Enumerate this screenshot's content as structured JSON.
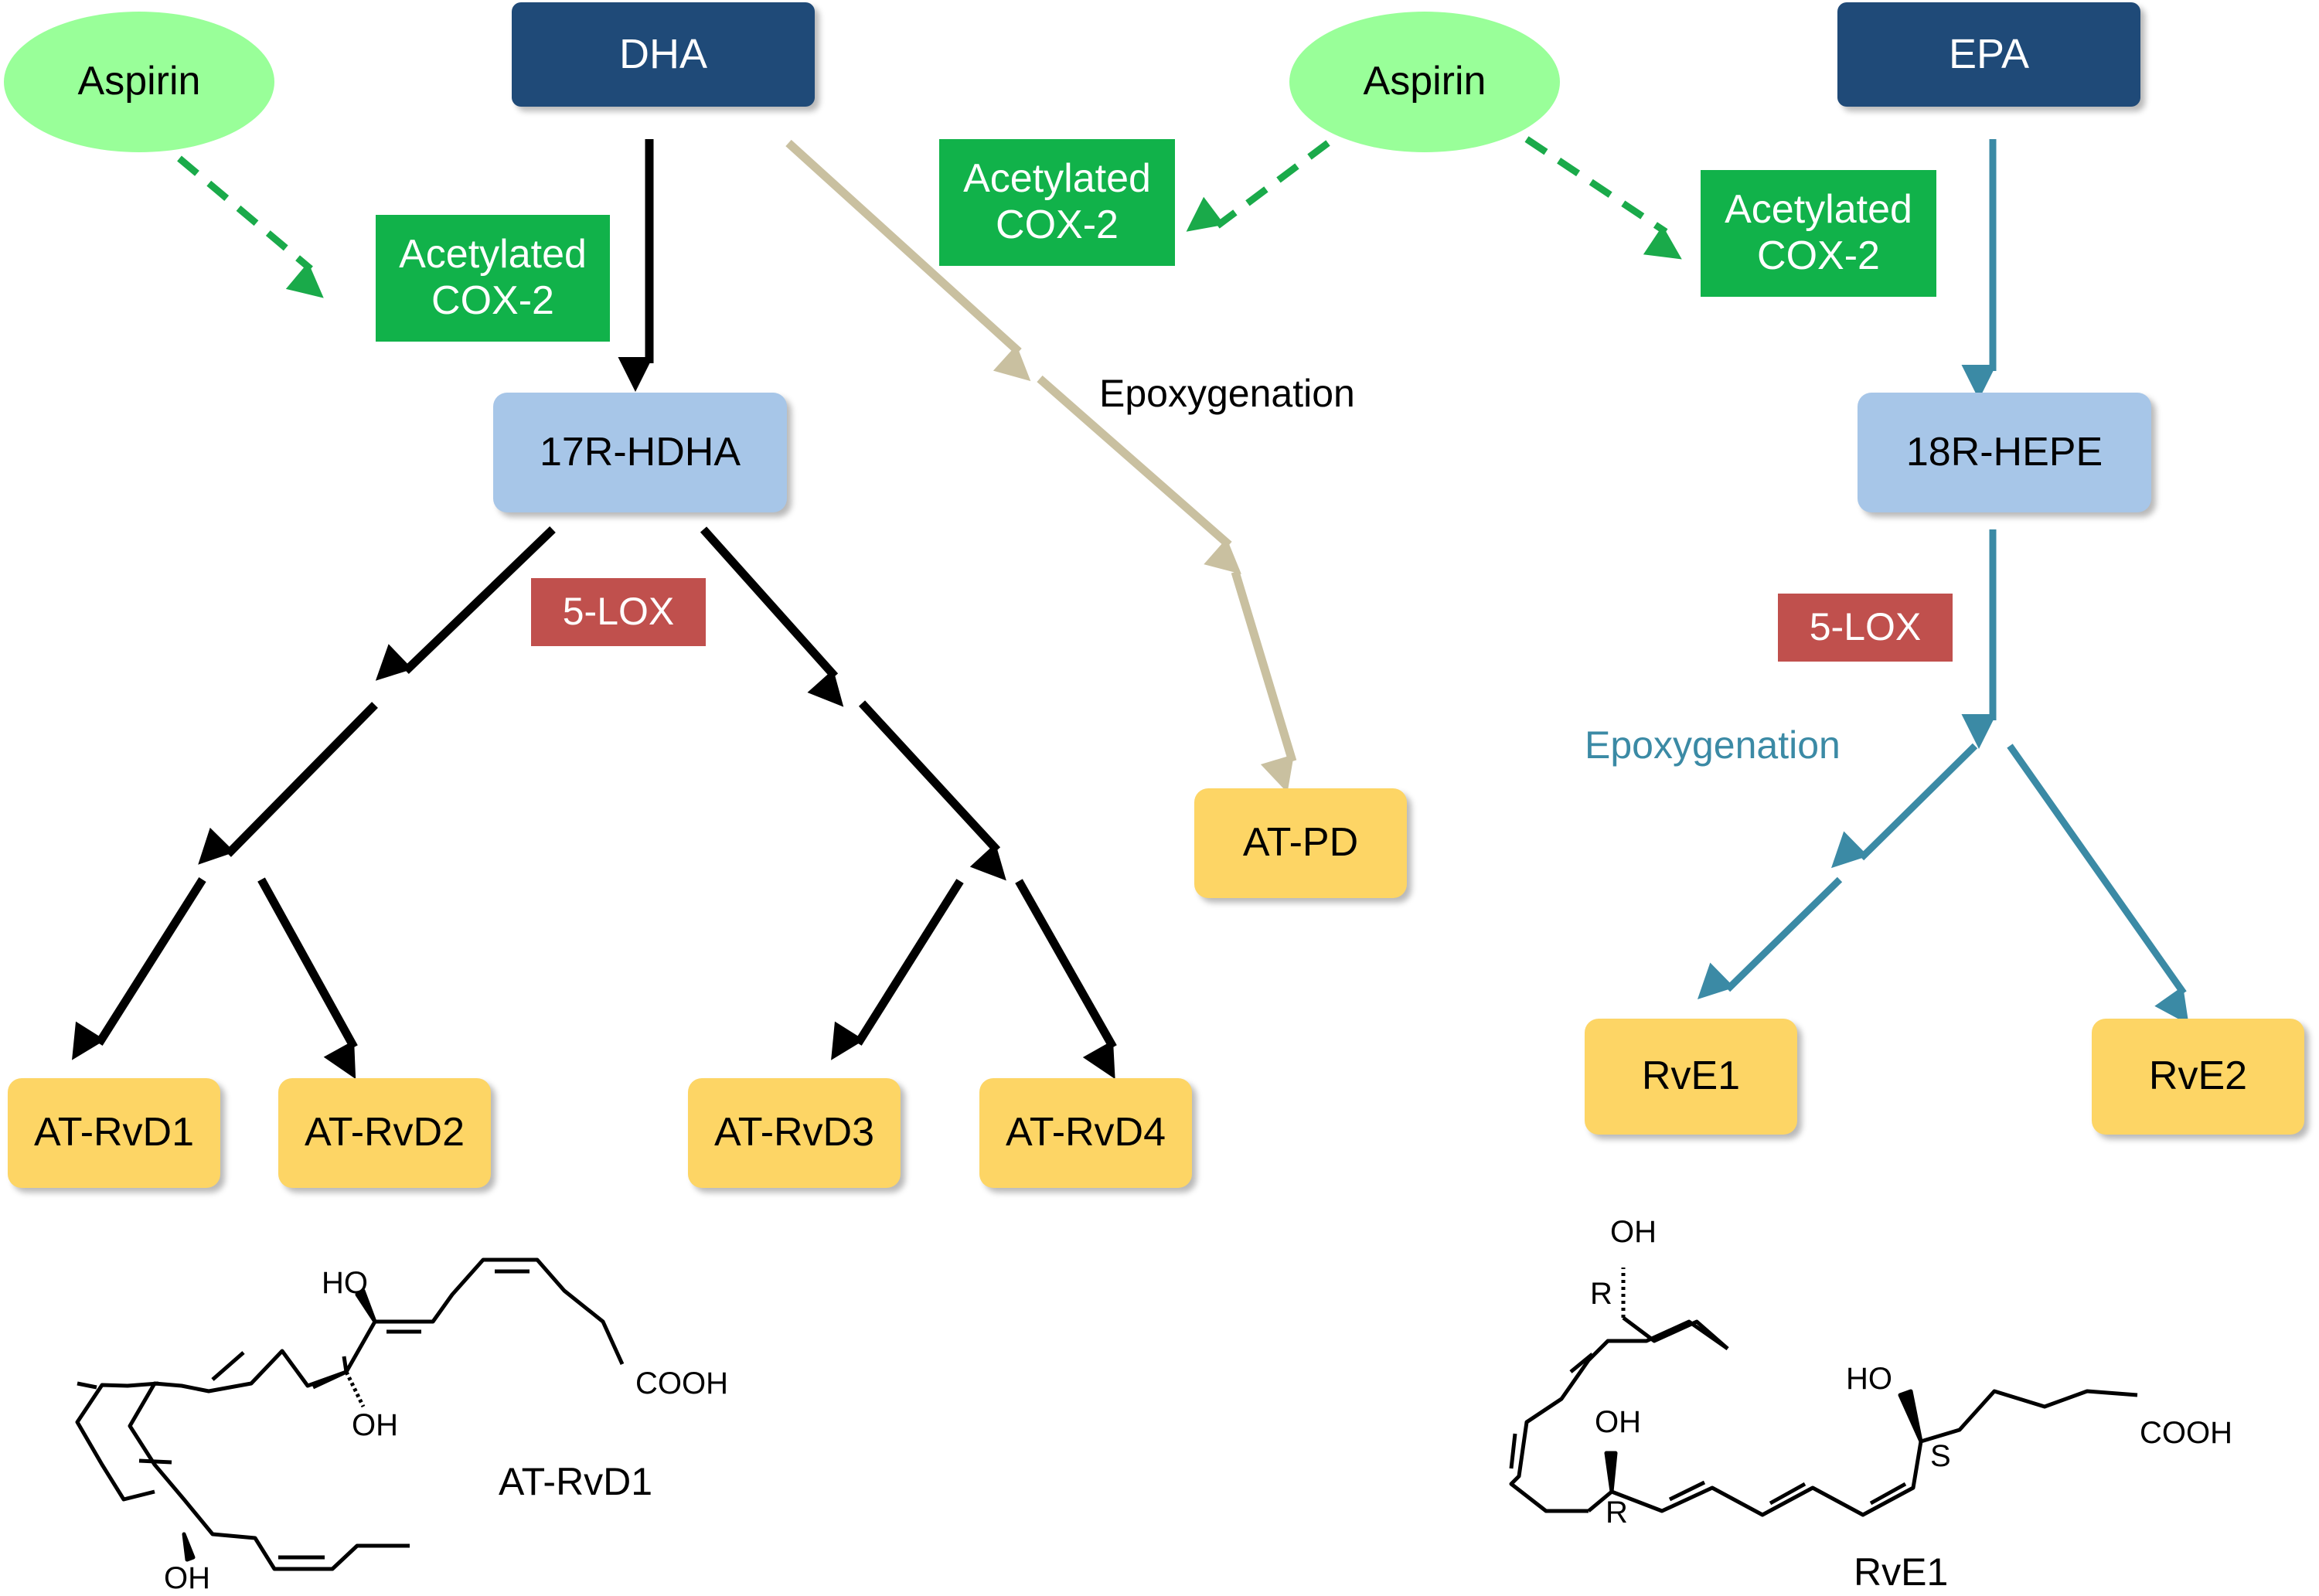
{
  "colors": {
    "black_arrow": "#000000",
    "tan_arrow": "#c9c0a0",
    "teal_arrow": "#3b8aa5",
    "green_dashed_arrow": "#1aaa4a"
  },
  "nodes": {
    "dha": "DHA",
    "epa": "EPA",
    "aspirin_left": "Aspirin",
    "aspirin_right": "Aspirin",
    "cox2_left": "Acetylated\nCOX-2",
    "cox2_mid": "Acetylated\nCOX-2",
    "cox2_right": "Acetylated\nCOX-2",
    "hdha": "17R-HDHA",
    "hepe": "18R-HEPE",
    "lox_left": "5-LOX",
    "lox_right": "5-LOX",
    "atpd": "AT-PD",
    "atrvd1": "AT-RvD1",
    "atrvd2": "AT-RvD2",
    "atrvd3": "AT-RvD3",
    "atrvd4": "AT-RvD4",
    "rve1": "RvE1",
    "rve2": "RvE2"
  },
  "labels": {
    "epoxygenation_mid": "Epoxygenation",
    "epoxygenation_right": "Epoxygenation"
  },
  "structures": {
    "atrvd1": {
      "caption": "AT-RvD1",
      "ho_top": "HO",
      "oh_mid": "OH",
      "oh_bottom": "OH",
      "cooh": "COOH"
    },
    "rve1": {
      "caption": "RvE1",
      "oh_top": "OH",
      "r_top": "R",
      "oh_mid": "OH",
      "r_mid": "R",
      "ho_right": "HO",
      "s_right": "S",
      "cooh": "COOH"
    }
  }
}
